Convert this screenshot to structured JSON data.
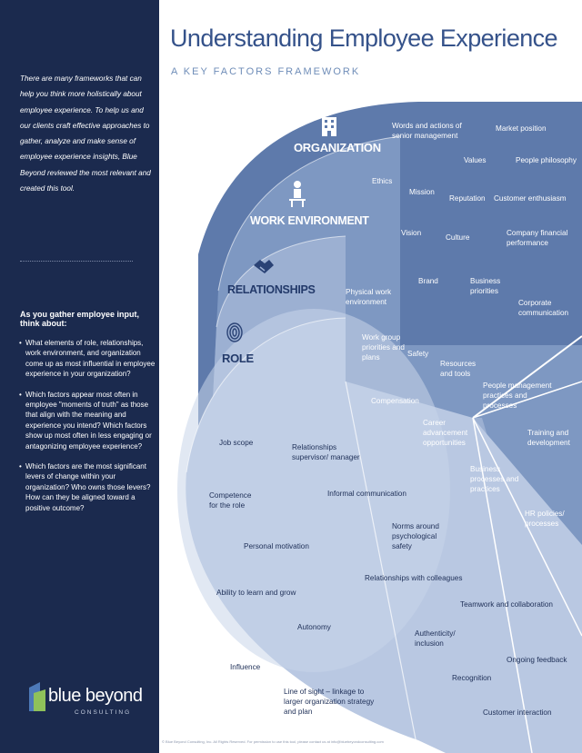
{
  "title": "Understanding Employee Experience",
  "subtitle": "A KEY FACTORS FRAMEWORK",
  "sidebar": {
    "intro": "There are many frameworks that can help you think more holistically about employee experience. To help us and our clients craft effective approaches to gather, analyze and make sense of employee experience insights, Blue Beyond reviewed the most relevant and created this tool.",
    "think_heading": "As you gather employee input, think about:",
    "questions": [
      "What elements of role, relationships, work environment, and organization come up as most influential in employee experience in your organization?",
      "Which factors appear most often in employee \"moments of truth\" as those that align with the meaning and experience you intend? Which factors show up most often in less engaging or antagonizing employee experience?",
      "Which factors are the most significant levers of change within your organization? Who owns those levers? How can they be aligned toward a positive outcome?"
    ],
    "logo": {
      "text": "blue beyond",
      "sub": "CONSULTING"
    }
  },
  "colors": {
    "sidebar": "#1b2a4e",
    "organization": "#5e7aab",
    "work_environment": "#7e98c2",
    "relationships": "#9cb0d2",
    "role": "#b9c8e2",
    "title": "#35528a"
  },
  "rings": {
    "organization": {
      "name": "ORGANIZATION",
      "icon": "building-icon",
      "factors": [
        "Words and actions of senior management",
        "Market position",
        "Values",
        "People philosophy",
        "Ethics",
        "Mission",
        "Reputation",
        "Customer enthusiasm",
        "Vision",
        "Culture",
        "Company financial performance",
        "Brand",
        "Business priorities",
        "Corporate communication"
      ]
    },
    "work_environment": {
      "name": "WORK ENVIRONMENT",
      "icon": "desk-worker-icon",
      "factors": [
        "Physical work environment",
        "Work group priorities and plans",
        "Safety",
        "Resources and tools",
        "Compensation",
        "Career advancement opportunities",
        "People management practices and processes",
        "Training and development",
        "Business processes and practices",
        "HR policies/ processes"
      ]
    },
    "relationships": {
      "name": "RELATIONSHIPS",
      "icon": "handshake-icon",
      "factors": [
        "Relationships supervisor/ manager",
        "Informal communication",
        "Norms around psychological safety",
        "Relationships with colleagues",
        "Teamwork and collaboration",
        "Authenticity/ inclusion",
        "Ongoing feedback",
        "Recognition",
        "Customer interaction"
      ]
    },
    "role": {
      "name": "ROLE",
      "icon": "fingerprint-icon",
      "factors": [
        "Job scope",
        "Competence for the role",
        "Personal motivation",
        "Ability to learn and grow",
        "Autonomy",
        "Influence",
        "Line of sight – linkage to larger organization strategy and plan"
      ]
    }
  },
  "footer": "© Blue Beyond Consulting, Inc. All Rights Reserved. For permission to use this tool, please contact us at info@bluebeyondconsulting.com"
}
